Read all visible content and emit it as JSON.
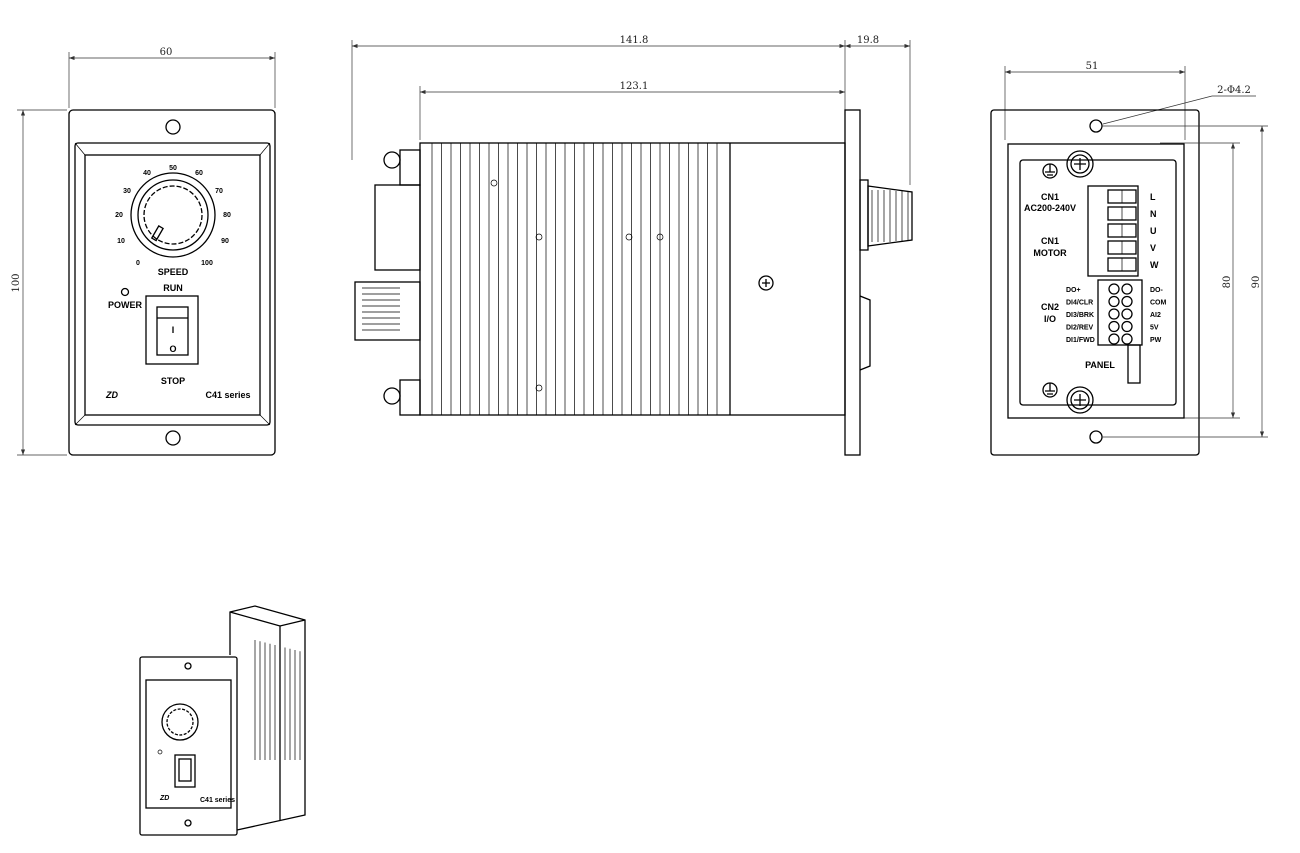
{
  "dimensions": {
    "front_width": "60",
    "front_height": "100",
    "side_total_length": "141.8",
    "side_body_length": "123.1",
    "side_knob_depth": "19.8",
    "rear_width": "51",
    "rear_hole_spec": "2-Φ4.2",
    "rear_inner_height": "80",
    "rear_hole_spacing": "90"
  },
  "front_panel": {
    "scale": [
      "0",
      "10",
      "20",
      "30",
      "40",
      "50",
      "60",
      "70",
      "80",
      "90",
      "100"
    ],
    "speed_label": "SPEED",
    "run_label": "RUN",
    "stop_label": "STOP",
    "power_label": "POWER",
    "switch_on": "I",
    "switch_off": "O",
    "brand": "ZD",
    "series": "C41 series"
  },
  "rear_panel": {
    "cn1_power": "CN1",
    "cn1_power_sub": "AC200-240V",
    "cn1_motor": "CN1",
    "cn1_motor_sub": "MOTOR",
    "cn1_pins": [
      "L",
      "N",
      "U",
      "V",
      "W"
    ],
    "cn2": "CN2",
    "cn2_sub": "I/O",
    "cn2_left_pins": [
      "DO+",
      "DI4/CLR",
      "DI3/BRK",
      "DI2/REV",
      "DI1/FWD"
    ],
    "cn2_right_pins": [
      "DO-",
      "COM",
      "AI2",
      "5V",
      "PW"
    ],
    "panel_label": "PANEL"
  }
}
